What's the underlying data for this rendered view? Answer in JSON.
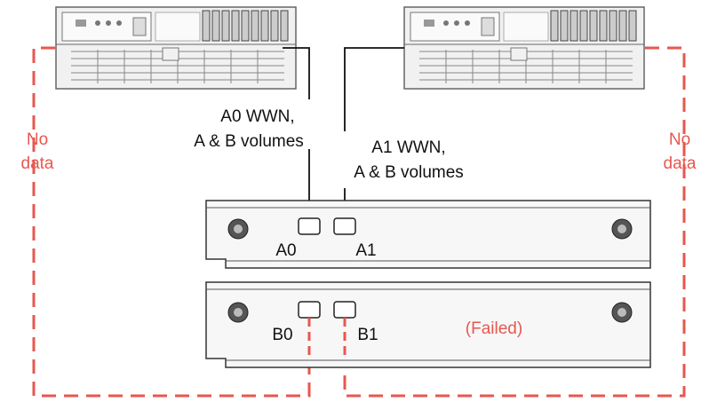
{
  "colors": {
    "failed_path": "#e8574f",
    "line": "#111111",
    "server_fill": "#f1f1f1"
  },
  "labels": {
    "host_a_note_line1": "A0 WWN,",
    "host_a_note_line2": "A & B volumes",
    "host_b_note_line1": "A1 WWN,",
    "host_b_note_line2": "A & B volumes",
    "no_data_left_1": "No",
    "no_data_left_2": "data",
    "no_data_right_1": "No",
    "no_data_right_2": "data",
    "port_a0": "A0",
    "port_a1": "A1",
    "port_b0": "B0",
    "port_b1": "B1",
    "failed": "(Failed)"
  }
}
